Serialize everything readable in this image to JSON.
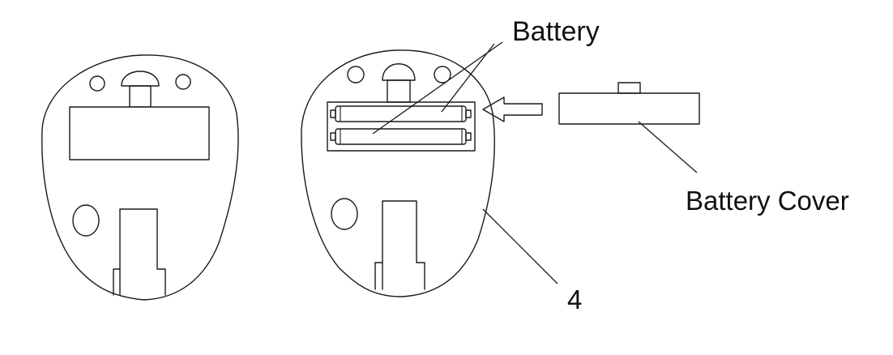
{
  "labels": {
    "battery": "Battery",
    "battery_cover": "Battery Cover",
    "part_number": "4"
  }
}
